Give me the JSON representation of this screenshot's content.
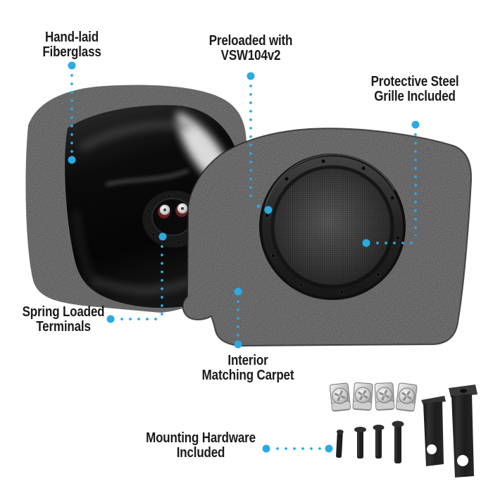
{
  "colors": {
    "accent": "#29abe2",
    "text": "#1a1a1a",
    "background": "#ffffff"
  },
  "callouts": {
    "fiberglass": {
      "line1": "Hand-laid",
      "line2": "Fiberglass"
    },
    "preloaded": {
      "line1": "Preloaded with",
      "line2": "VSW104v2"
    },
    "grille": {
      "line1": "Protective Steel",
      "line2": "Grille Included"
    },
    "terminals": {
      "line1": "Spring Loaded",
      "line2": "Terminals"
    },
    "carpet": {
      "line1": "Interior",
      "line2": "Matching Carpet"
    },
    "hardware": {
      "line1": "Mounting Hardware",
      "line2": "Included"
    }
  },
  "hardware_kit": {
    "clips_count": 4,
    "bolts_count": 4,
    "brackets_count": 2
  }
}
